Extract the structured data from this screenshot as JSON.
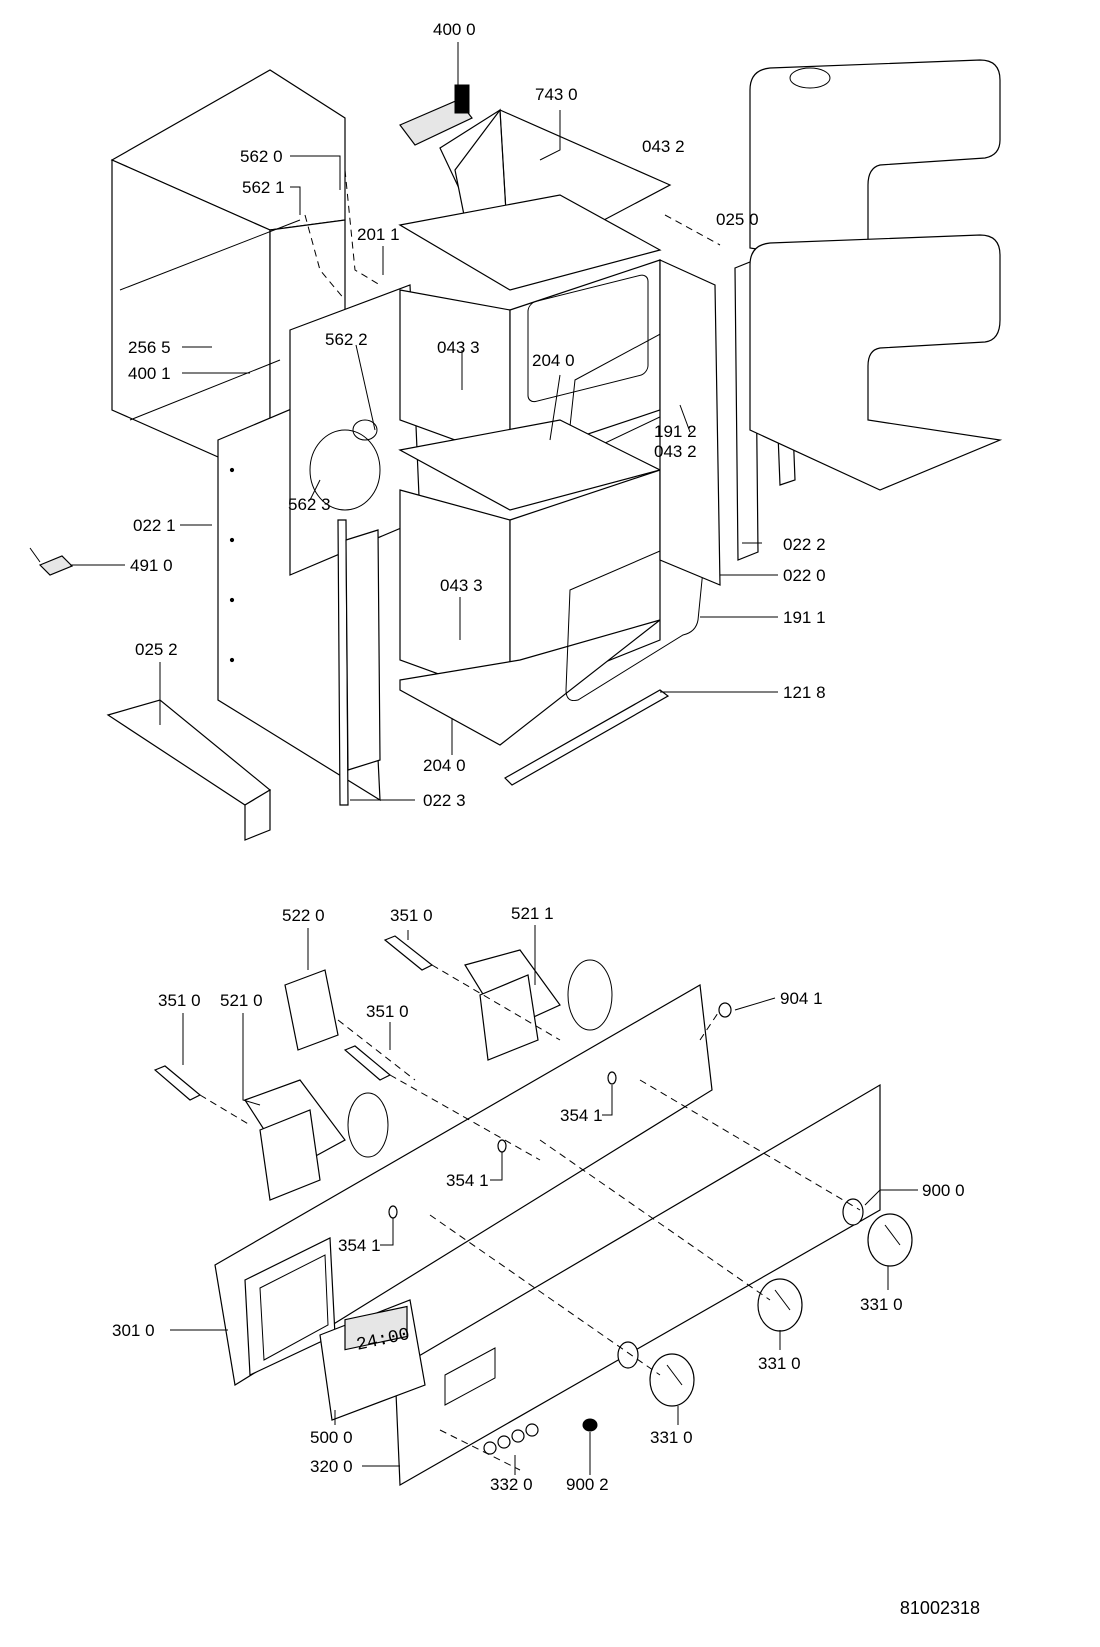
{
  "upper_assembly": {
    "labels": {
      "fan_motor": "400 0",
      "top_hood": "743 0",
      "bracket_top_right": "043 2",
      "strip_025_0": "025 0",
      "clip_562_0": "562 0",
      "clip_562_1": "562 1",
      "cover_201_1": "201 1",
      "duct_256_5": "256 5",
      "fan_400_1": "400 1",
      "clip_562_2": "562 2",
      "bracket_043_3_upper": "043 3",
      "frame_204_0_upper": "204 0",
      "heater_191_2": "191 2",
      "bracket_043_2_mid": "043 2",
      "clip_562_3": "562 3",
      "side_022_1": "022 1",
      "rail_022_2": "022 2",
      "side_022_0": "022 0",
      "sensor_491_0": "491 0",
      "bracket_043_3_lower": "043 3",
      "heater_191_1": "191 1",
      "strip_025_2": "025 2",
      "grille_121_8": "121 8",
      "frame_204_0_lower": "204 0",
      "rail_022_3": "022 3"
    }
  },
  "lower_assembly": {
    "labels": {
      "thermostat_522_0": "522 0",
      "lamp_351_0_top": "351 0",
      "switch_521_1": "521 1",
      "lamp_351_0_left": "351 0",
      "switch_521_0": "521 0",
      "lamp_351_0_mid": "351 0",
      "screw_904_1": "904 1",
      "spring_354_1_a": "354 1",
      "spring_354_1_b": "354 1",
      "spring_354_1_c": "354 1",
      "ring_900_0": "900 0",
      "knob_331_0_right": "331 0",
      "knob_331_0_mid": "331 0",
      "knob_331_0_left": "331 0",
      "panel_301_0": "301 0",
      "timer_500_0": "500 0",
      "fascia_320_0": "320 0",
      "buttons_332_0": "332 0",
      "plug_900_2": "900 2"
    },
    "timer_display": "24:00"
  },
  "drawing_number": "81002318"
}
